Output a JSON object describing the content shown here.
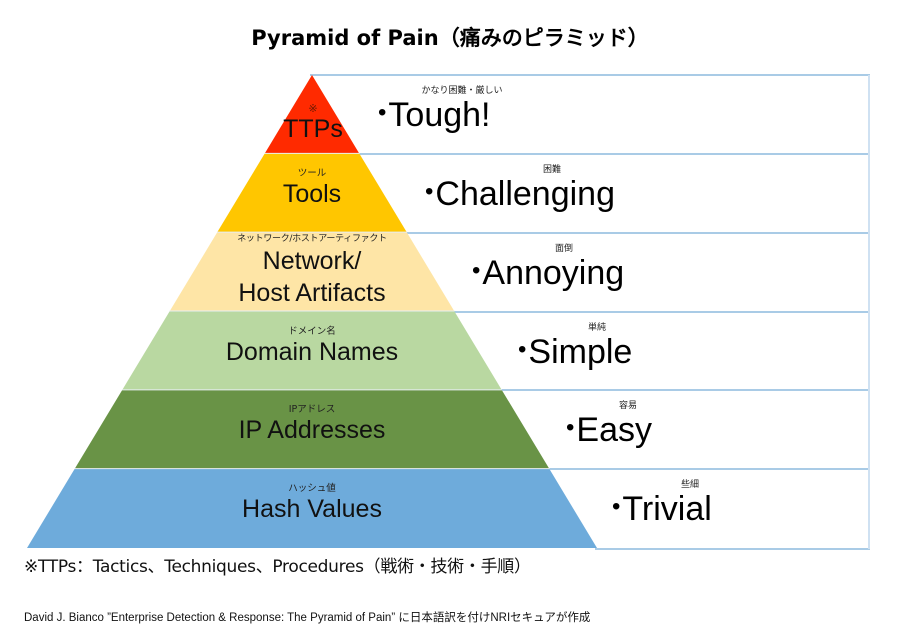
{
  "title": "Pyramid of Pain（痛みのピラミッド）",
  "levels": [
    {
      "id": "ttps",
      "label": "TTPs",
      "label_line2": "",
      "ruby": "※",
      "difficulty": "Tough!",
      "difficulty_ruby": "かなり困難・厳しい",
      "color": "#ff2a00"
    },
    {
      "id": "tools",
      "label": "Tools",
      "label_line2": "",
      "ruby": "ツール",
      "difficulty": "Challenging",
      "difficulty_ruby": "困難",
      "color": "#ffc600"
    },
    {
      "id": "network-host-artifacts",
      "label": "Network/",
      "label_line2": "Host Artifacts",
      "ruby": "ネットワーク/ホストアーティファクト",
      "difficulty": "Annoying",
      "difficulty_ruby": "面倒",
      "color": "#fee5a6"
    },
    {
      "id": "domain-names",
      "label": "Domain Names",
      "label_line2": "",
      "ruby": "ドメイン名",
      "difficulty": "Simple",
      "difficulty_ruby": "単純",
      "color": "#b9d8a1"
    },
    {
      "id": "ip-addresses",
      "label": "IP Addresses",
      "label_line2": "",
      "ruby": "IPアドレス",
      "difficulty": "Easy",
      "difficulty_ruby": "容易",
      "color": "#699346"
    },
    {
      "id": "hash-values",
      "label": "Hash Values",
      "label_line2": "",
      "ruby": "ハッシュ値",
      "difficulty": "Trivial",
      "difficulty_ruby": "些細",
      "color": "#6eabdb"
    }
  ],
  "bullet": "•",
  "note": "※TTPs：Tactics、Techniques、Procedures（戦術・技術・手順）",
  "credit": "David J. Bianco ”Enterprise Detection & Response: The Pyramid of Pain” に日本語訳を付けNRIセキュアが作成",
  "colors": {
    "box_border": "#a9cbe6",
    "band_separator": "#e8eef3"
  }
}
